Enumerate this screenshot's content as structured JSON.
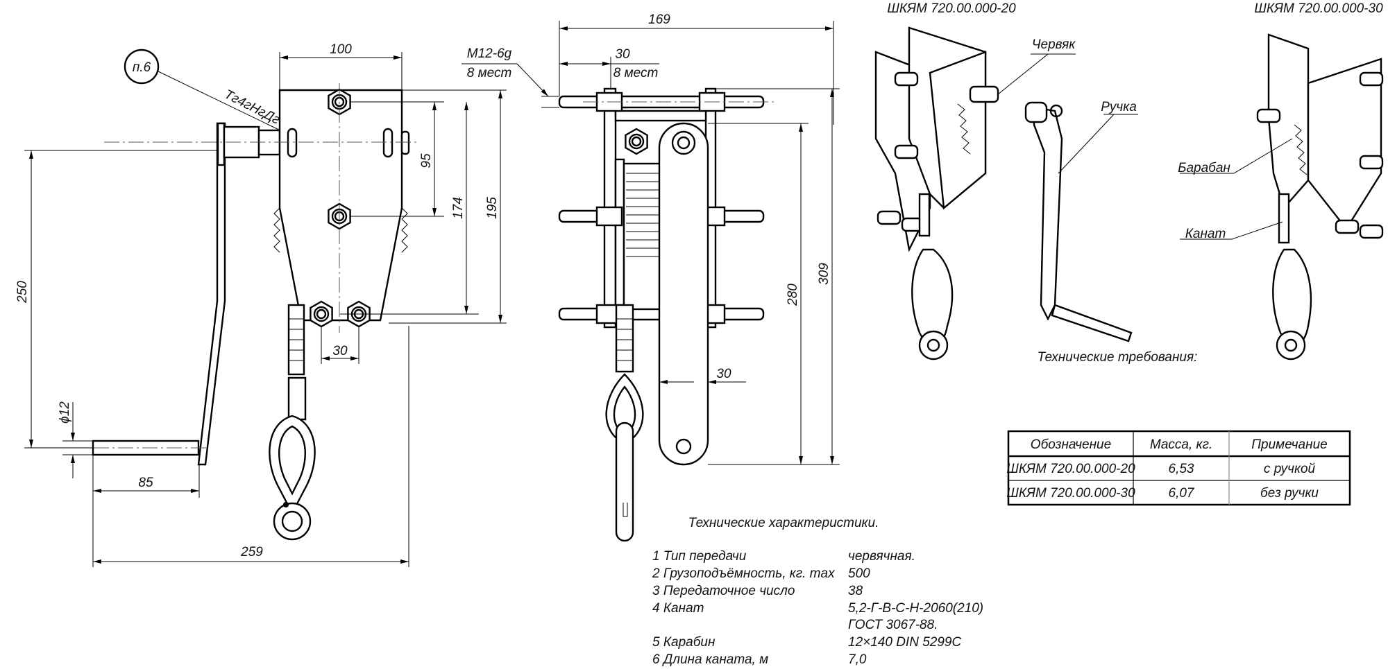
{
  "left_view": {
    "callout": "п.6",
    "coating": "Тг4гНгДг",
    "dims": {
      "width": "100",
      "h95": "95",
      "h174": "174",
      "h195": "195",
      "h250": "250",
      "dia": "ϕ12",
      "d85": "85",
      "d259": "259",
      "d30": "30"
    }
  },
  "side_view": {
    "dims": {
      "d169": "169",
      "d30_top": "30",
      "places_a": "8 мест",
      "thread": "M12-6g",
      "places_b": "8 мест",
      "d280": "280",
      "d309": "309",
      "d30_arm": "30"
    }
  },
  "iso": {
    "title_20": "ШКЯМ 720.00.000-20",
    "title_30": "ШКЯМ 720.00.000-30",
    "worm": "Червяк",
    "handle": "Ручка",
    "drum": "Барабан",
    "rope": "Канат",
    "requirements": "Технические требования:"
  },
  "specs": {
    "title": "Технические характеристики.",
    "rows": [
      {
        "label": "1 Тип передачи",
        "value": "червячная."
      },
      {
        "label": "2 Грузоподъёмность, кг. max",
        "value": "500"
      },
      {
        "label": "3 Передаточное число",
        "value": "38"
      },
      {
        "label": "4 Канат",
        "value": "5,2-Г-В-С-Н-2060(210)"
      },
      {
        "label": "",
        "value": "ГОСТ 3067-88."
      },
      {
        "label": "5 Карабин",
        "value": "12×140 DIN 5299C"
      },
      {
        "label": "6 Длина каната, м",
        "value": "7,0"
      }
    ]
  },
  "table": {
    "headers": [
      "Обозначение",
      "Масса, кг.",
      "Примечание"
    ],
    "rows": [
      [
        "ШКЯМ 720.00.000-20",
        "6,53",
        "с ручкой"
      ],
      [
        "ШКЯМ 720.00.000-30",
        "6,07",
        "без ручки"
      ]
    ]
  }
}
